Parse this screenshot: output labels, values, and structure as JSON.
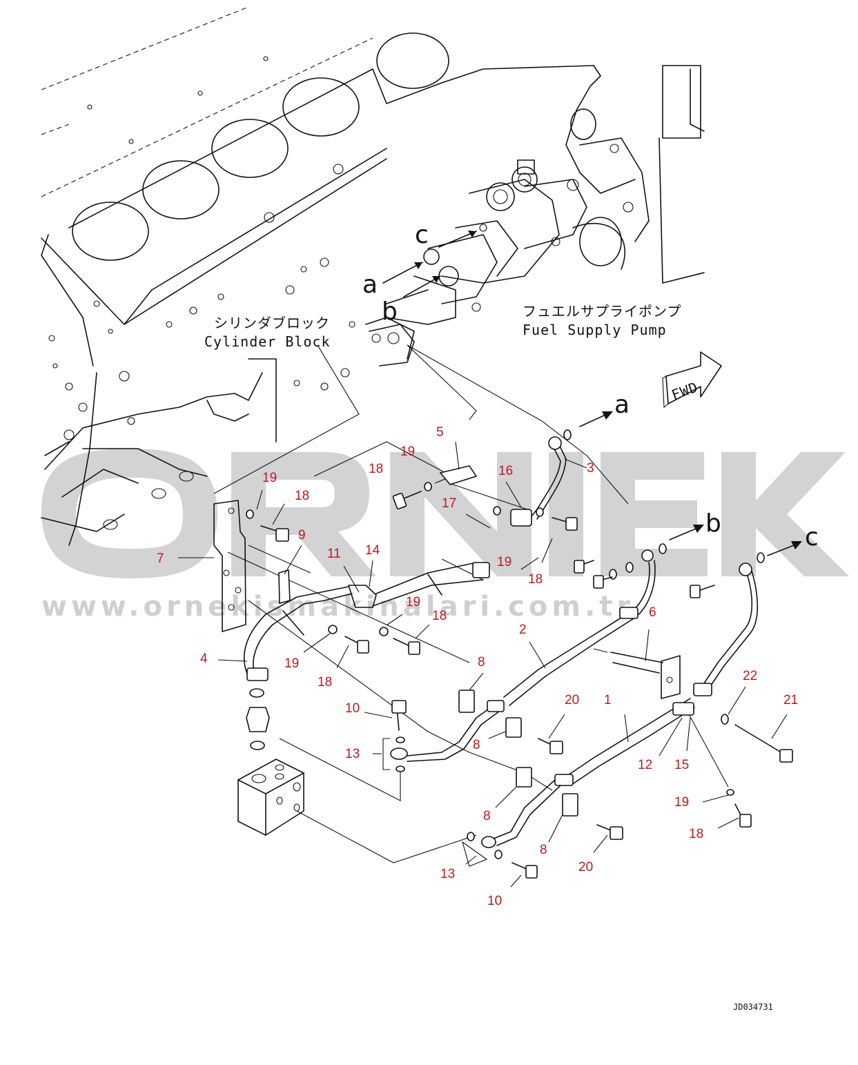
{
  "labels": {
    "cylinder_block_jp": "シリンダブロック",
    "cylinder_block_en": "Cylinder Block",
    "pump_jp": "フュエルサプライポンプ",
    "pump_en": "Fuel Supply Pump",
    "fwd": "FWD",
    "drawing_code": "JD034731"
  },
  "connection_letters": {
    "a": "a",
    "b": "b",
    "c": "c"
  },
  "watermark": {
    "brand": "ÖRNEK",
    "url": "www.ornekismakinalari.com.tr"
  },
  "callouts": {
    "n1": "1",
    "n2": "2",
    "n3": "3",
    "n4": "4",
    "n5": "5",
    "n6": "6",
    "n7": "7",
    "n8": "8",
    "n9": "9",
    "n10": "10",
    "n11": "11",
    "n12": "12",
    "n13": "13",
    "n14": "14",
    "n15": "15",
    "n16": "16",
    "n17": "17",
    "n18": "18",
    "n19": "19",
    "n20": "20",
    "n21": "21",
    "n22": "22"
  },
  "colors": {
    "callout": "#c0181a",
    "watermark": "#d3d3d6",
    "line": "#111111"
  }
}
